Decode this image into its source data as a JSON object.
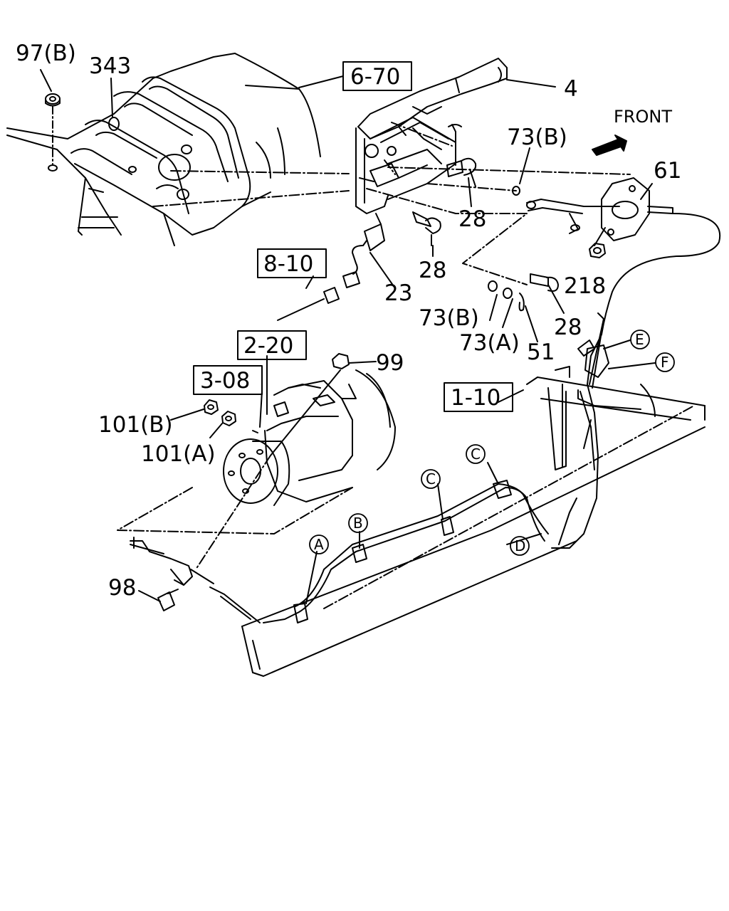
{
  "diagram": {
    "front_label": "FRONT",
    "part_numbers": {
      "p97b": "97(B)",
      "p343": "343",
      "p4": "4",
      "p73b_top": "73(B)",
      "p61": "61",
      "p28_a": "28",
      "p28_b": "28",
      "p23": "23",
      "p218": "218",
      "p73b_low": "73(B)",
      "p73a": "73(A)",
      "p28_c": "28",
      "p51": "51",
      "p99": "99",
      "p101b": "101(B)",
      "p101a": "101(A)",
      "p98": "98"
    },
    "ref_boxes": {
      "r670": "6-70",
      "r810": "8-10",
      "r220": "2-20",
      "r308": "3-08",
      "r110": "1-10"
    },
    "clip_markers": {
      "A": "A",
      "B": "B",
      "C1": "C",
      "C2": "C",
      "D": "D",
      "E": "E",
      "F": "F"
    }
  }
}
